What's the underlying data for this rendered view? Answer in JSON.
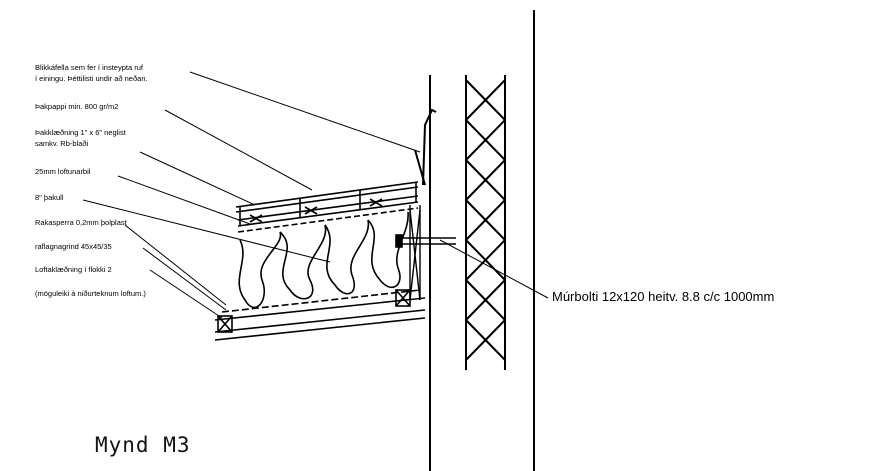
{
  "labels": {
    "l1a": "Blikkáfella sem fer í insteypta ruf",
    "l1b": "í einingu. Þéttilisti undir að neðan.",
    "l2": "Þakpappi min. 800 gr/m2",
    "l3a": "Þakklæðning 1\" x 6\" neglist",
    "l3b": "samkv. Rb-blaði",
    "l4": "25mm loftunarbil",
    "l5": "8\" þakull",
    "l6": "Rakasperra 0,2mm þolplast",
    "l7": "raflagnagrind 45x45/35",
    "l8": "Loftaklæðning í flokki 2",
    "l9": "(möguleiki á niðurteknum loftum.)",
    "bolt": "Múrbolti 12x120 heitv. 8.8 c/c 1000mm",
    "figure": "Mynd M3"
  },
  "icons": {
    "drawing": "roof-wall-junction-section"
  }
}
